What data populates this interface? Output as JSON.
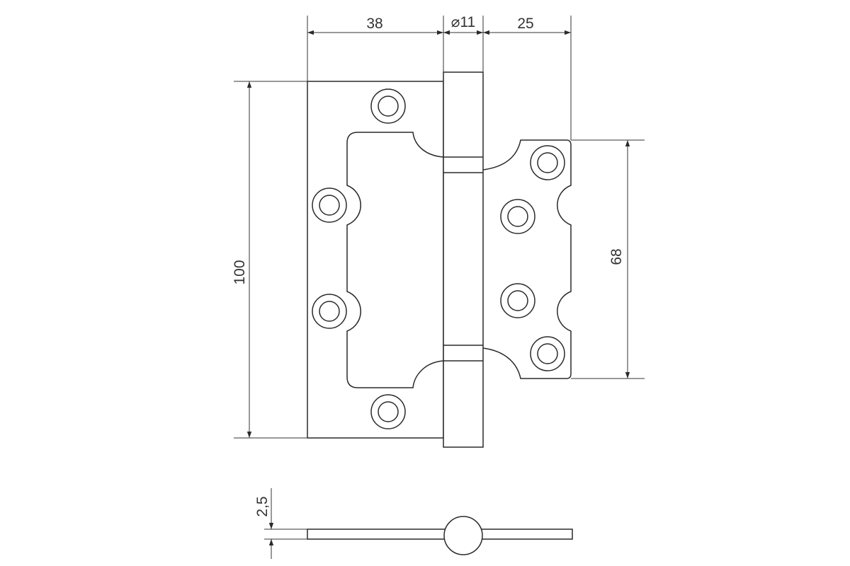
{
  "drawing": {
    "title": "Butterfly door hinge technical drawing",
    "dimensions": {
      "left_leaf_width": "38",
      "knuckle_diameter": "⌀11",
      "right_leaf_width": "25",
      "total_height": "100",
      "right_leaf_height": "68",
      "thickness": "2,5"
    },
    "line_color": "#2a2a2a"
  }
}
